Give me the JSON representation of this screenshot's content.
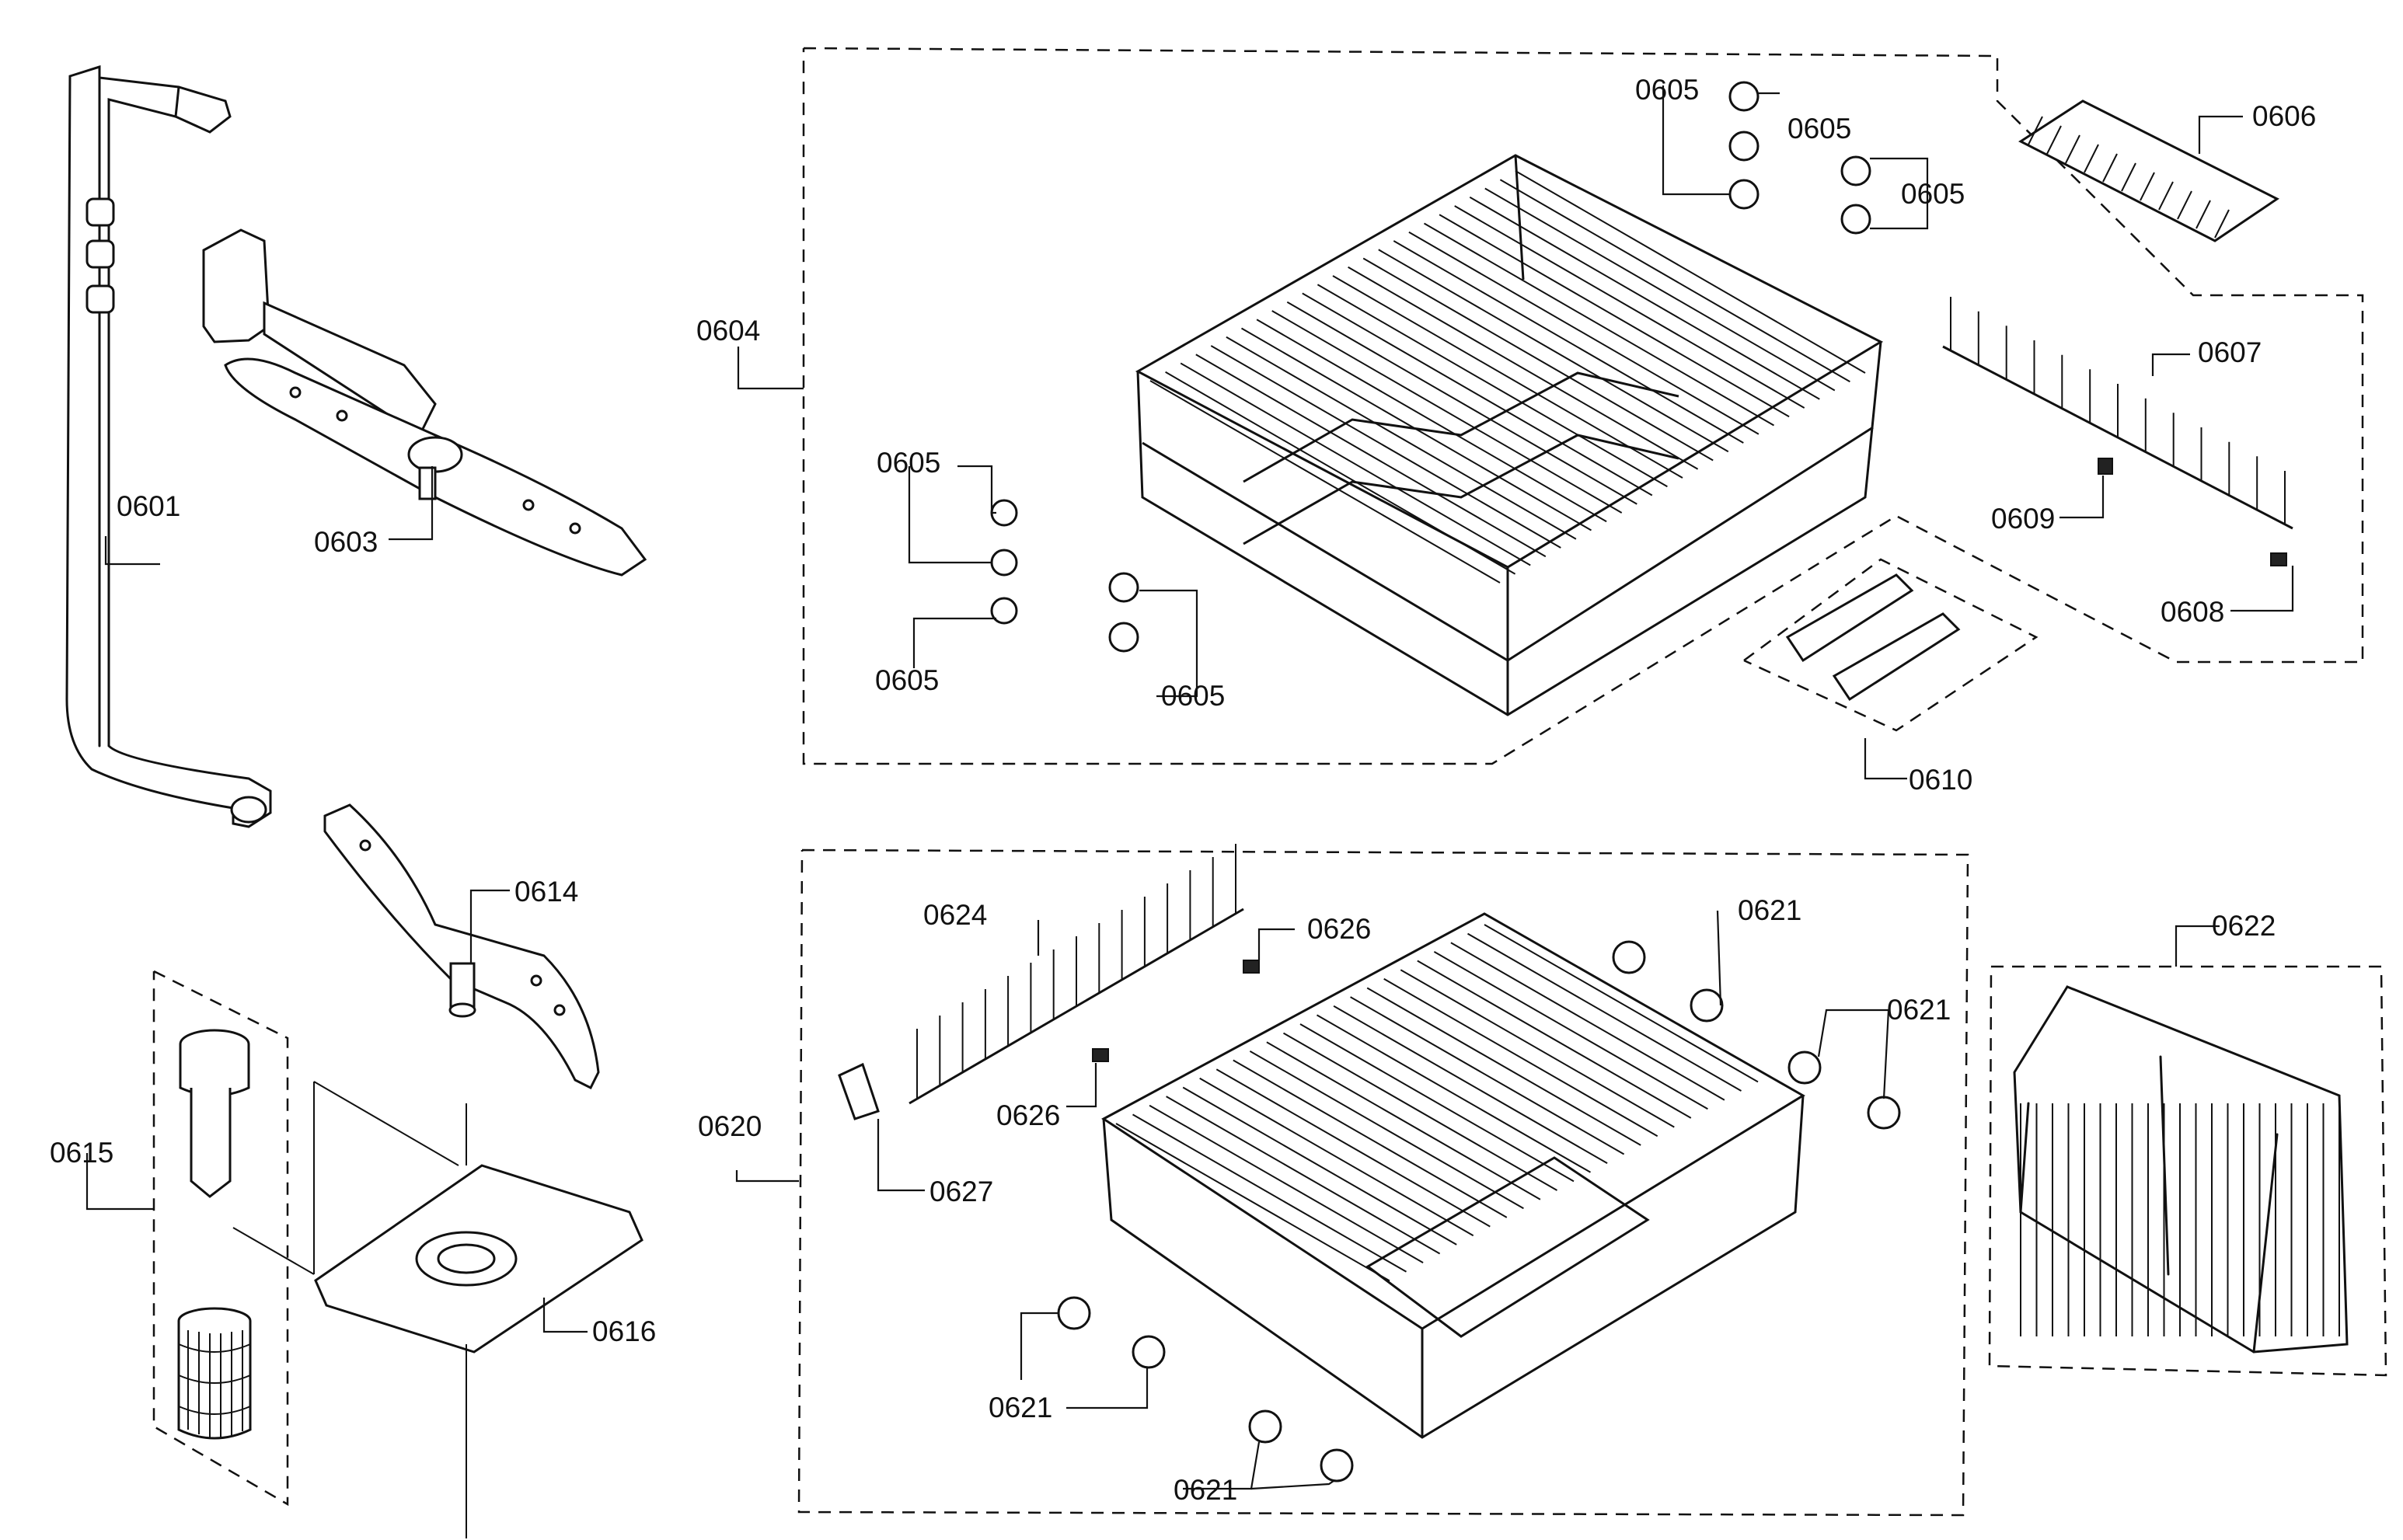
{
  "labels": {
    "l0601": "0601",
    "l0603": "0603",
    "l0604": "0604",
    "l0605a": "0605",
    "l0605b": "0605",
    "l0605c": "0605",
    "l0605d": "0605",
    "l0605e": "0605",
    "l0605f": "0605",
    "l0606": "0606",
    "l0607": "0607",
    "l0608": "0608",
    "l0609": "0609",
    "l0610": "0610",
    "l0614": "0614",
    "l0615": "0615",
    "l0616": "0616",
    "l0620": "0620",
    "l0621a": "0621",
    "l0621b": "0621",
    "l0621c": "0621",
    "l0621d": "0621",
    "l0622": "0622",
    "l0624": "0624",
    "l0626a": "0626",
    "l0626b": "0626",
    "l0627": "0627"
  }
}
